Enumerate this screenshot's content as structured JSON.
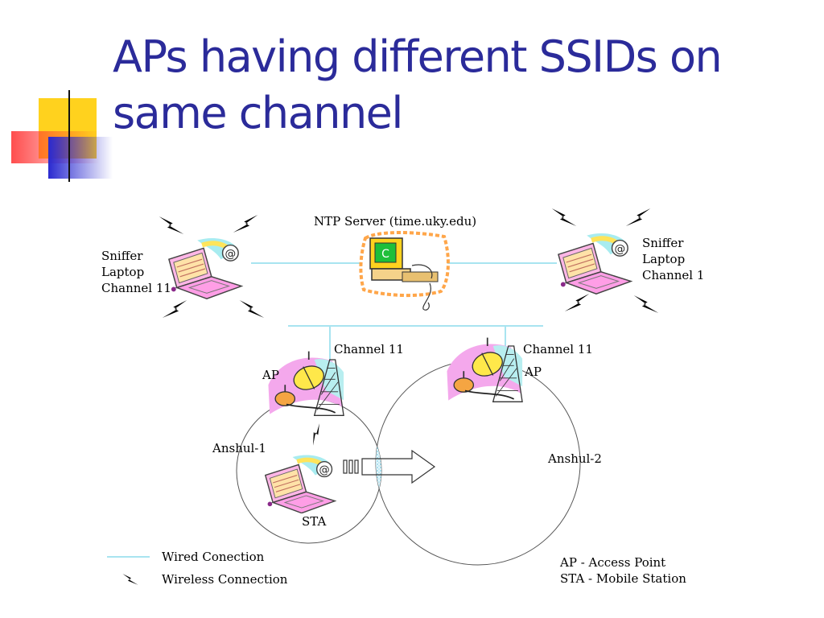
{
  "title": {
    "line1": "APs having different SSIDs on",
    "line2": "same channel"
  },
  "diagram": {
    "server_label": "NTP Server (time.uky.edu)",
    "sniffer_left": [
      "Sniffer",
      "Laptop",
      "Channel 11"
    ],
    "sniffer_right": [
      "Sniffer",
      "Laptop",
      "Channel 1"
    ],
    "ap_left": {
      "label": "AP",
      "channel": "Channel 11",
      "ssid": "Anshul-1"
    },
    "ap_right": {
      "label": "AP",
      "channel": "Channel 11",
      "ssid": "Anshul-2"
    },
    "sta_label": "STA"
  },
  "legend": {
    "wired": "Wired Conection",
    "wireless": "Wireless Connection",
    "ap_def": "AP - Access Point",
    "sta_def": "STA - Mobile Station"
  },
  "colors": {
    "title": "#2b2b9a",
    "wired_line": "#a8e4f0",
    "deco_yellow": "#ffd21e",
    "deco_red": "#ff3c3c",
    "deco_blue": "#2a2ad0"
  },
  "icons": {
    "laptop": "laptop-icon",
    "server": "server-computer-icon",
    "access_point": "access-point-antenna-icon",
    "wireless": "lightning-bolt-icon",
    "roaming": "roaming-arrow-icon"
  }
}
